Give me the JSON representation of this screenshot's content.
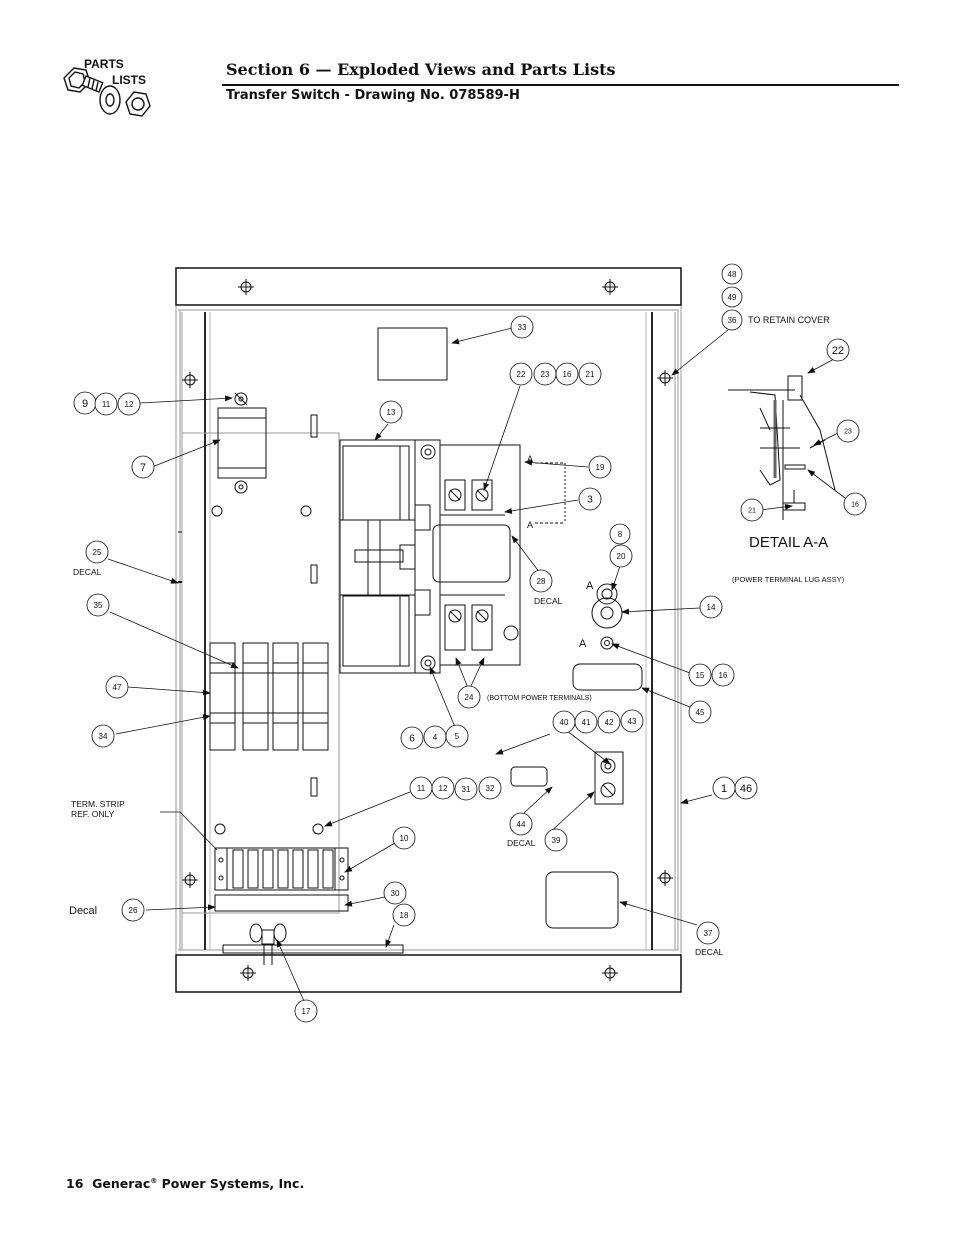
{
  "header": {
    "logo_line1": "PARTS",
    "logo_line2": "LISTS",
    "section_title": "Section 6 — Exploded Views and Parts Lists",
    "subtitle": "Transfer Switch - Drawing No. 078589-H"
  },
  "footer": {
    "page_number": "16",
    "company": "Generac",
    "registered_mark": "®",
    "company_suffix": "Power Systems, Inc."
  },
  "diagram": {
    "labels": {
      "to_retain_cover": "TO RETAIN COVER",
      "detail_title": "DETAIL A-A",
      "power_terminal_lug_assy": "(POWER TERMINAL LUG ASSY)",
      "bottom_power_terminals": "(BOTTOM POWER TERMINALS)",
      "decal_25": "DECAL",
      "decal_28": "DECAL",
      "decal_44": "DECAL",
      "decal_37": "DECAL",
      "decal_26": "Decal",
      "term_strip_1": "TERM. STRIP",
      "term_strip_2": "REF. ONLY",
      "section_a_1": "A",
      "section_a_2": "A",
      "section_a_3": "A",
      "section_a_4": "A"
    },
    "callouts": [
      {
        "id": "c48",
        "text": "48"
      },
      {
        "id": "c49",
        "text": "49"
      },
      {
        "id": "c36",
        "text": "36"
      },
      {
        "id": "c33",
        "text": "33"
      },
      {
        "id": "c22a",
        "text": "22"
      },
      {
        "id": "c23a",
        "text": "23"
      },
      {
        "id": "c16a",
        "text": "16"
      },
      {
        "id": "c21a",
        "text": "21"
      },
      {
        "id": "c9",
        "text": "9"
      },
      {
        "id": "c11a",
        "text": "11"
      },
      {
        "id": "c12a",
        "text": "12"
      },
      {
        "id": "c13",
        "text": "13"
      },
      {
        "id": "c7",
        "text": "7"
      },
      {
        "id": "c19",
        "text": "19"
      },
      {
        "id": "c3",
        "text": "3"
      },
      {
        "id": "c25",
        "text": "25"
      },
      {
        "id": "c28",
        "text": "28"
      },
      {
        "id": "c8",
        "text": "8"
      },
      {
        "id": "c20",
        "text": "20"
      },
      {
        "id": "c35",
        "text": "35"
      },
      {
        "id": "c14",
        "text": "14"
      },
      {
        "id": "c15",
        "text": "15"
      },
      {
        "id": "c16b",
        "text": "16"
      },
      {
        "id": "c47",
        "text": "47"
      },
      {
        "id": "c24",
        "text": "24"
      },
      {
        "id": "c45",
        "text": "45"
      },
      {
        "id": "c40",
        "text": "40"
      },
      {
        "id": "c41",
        "text": "41"
      },
      {
        "id": "c42",
        "text": "42"
      },
      {
        "id": "c43",
        "text": "43"
      },
      {
        "id": "c34",
        "text": "34"
      },
      {
        "id": "c6",
        "text": "6"
      },
      {
        "id": "c4",
        "text": "4"
      },
      {
        "id": "c5",
        "text": "5"
      },
      {
        "id": "c11b",
        "text": "11"
      },
      {
        "id": "c12b",
        "text": "12"
      },
      {
        "id": "c31",
        "text": "31"
      },
      {
        "id": "c32",
        "text": "32"
      },
      {
        "id": "c1",
        "text": "1"
      },
      {
        "id": "c46",
        "text": "46"
      },
      {
        "id": "c10",
        "text": "10"
      },
      {
        "id": "c44",
        "text": "44"
      },
      {
        "id": "c39",
        "text": "39"
      },
      {
        "id": "c30",
        "text": "30"
      },
      {
        "id": "c26",
        "text": "26"
      },
      {
        "id": "c18",
        "text": "18"
      },
      {
        "id": "c37",
        "text": "37"
      },
      {
        "id": "c17",
        "text": "17"
      },
      {
        "id": "c22b",
        "text": "22"
      },
      {
        "id": "c23b",
        "text": "23"
      },
      {
        "id": "c21b",
        "text": "21"
      },
      {
        "id": "c16c",
        "text": "16"
      }
    ]
  }
}
